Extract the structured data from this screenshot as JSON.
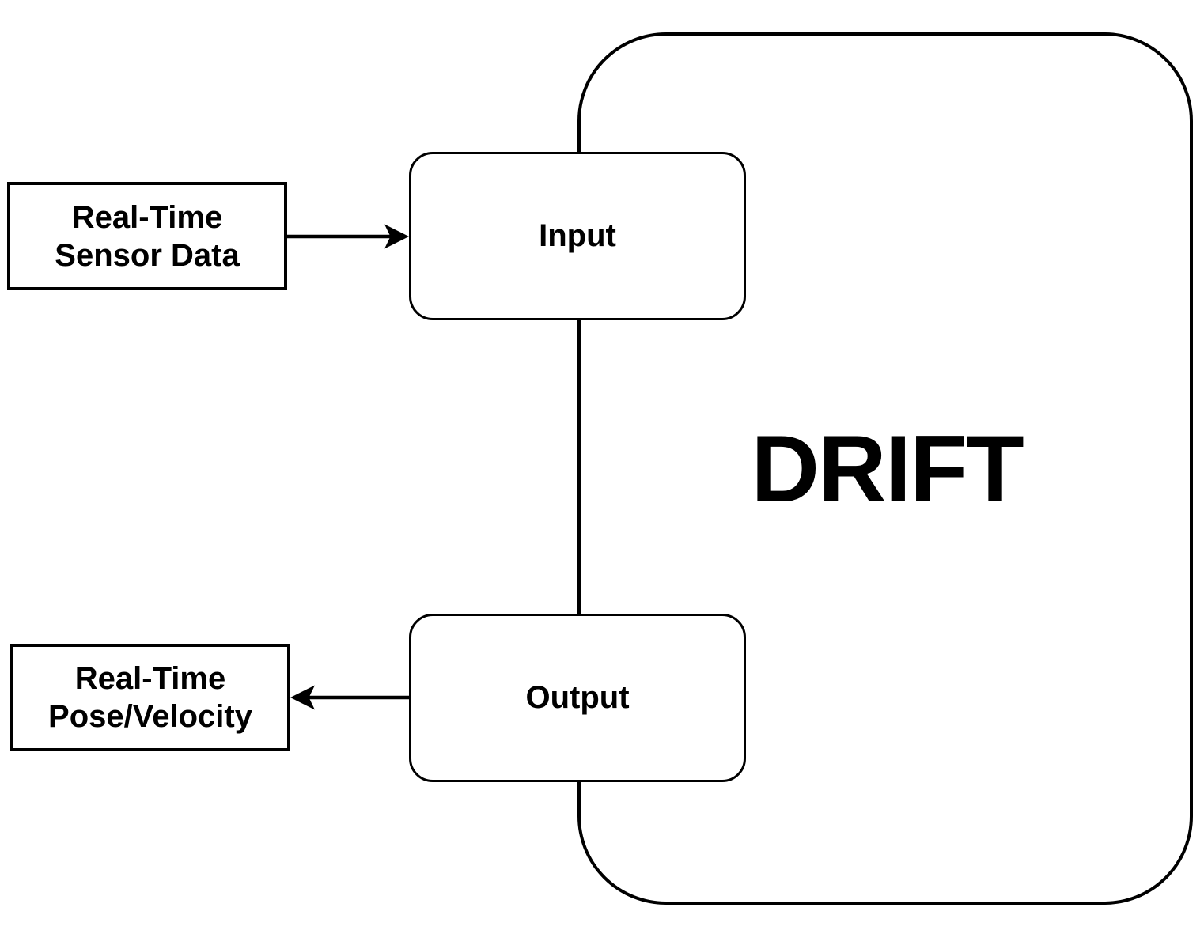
{
  "diagram": {
    "title": "DRIFT real-time I/O diagram",
    "colors": {
      "background": "#ffffff",
      "stroke": "#000000",
      "text": "#000000",
      "node_fill": "#ffffff"
    },
    "nodes": {
      "drift": {
        "label": "DRIFT",
        "shape": "rounded-rectangle"
      },
      "input": {
        "label": "Input",
        "shape": "rounded-rectangle"
      },
      "output": {
        "label": "Output",
        "shape": "rounded-rectangle"
      },
      "sensor": {
        "line1": "Real-Time",
        "line2": "Sensor Data",
        "shape": "rectangle"
      },
      "pose": {
        "line1": "Real-Time",
        "line2": "Pose/Velocity",
        "shape": "rectangle"
      }
    },
    "edges": [
      {
        "name": "sensor-to-input",
        "from": "Real-Time Sensor Data",
        "to": "Input",
        "arrow": "right"
      },
      {
        "name": "output-to-pose",
        "from": "Output",
        "to": "Real-Time Pose/Velocity",
        "arrow": "left"
      },
      {
        "name": "input-output-connector",
        "from": "Input",
        "to": "Output",
        "arrow": "none"
      }
    ]
  }
}
